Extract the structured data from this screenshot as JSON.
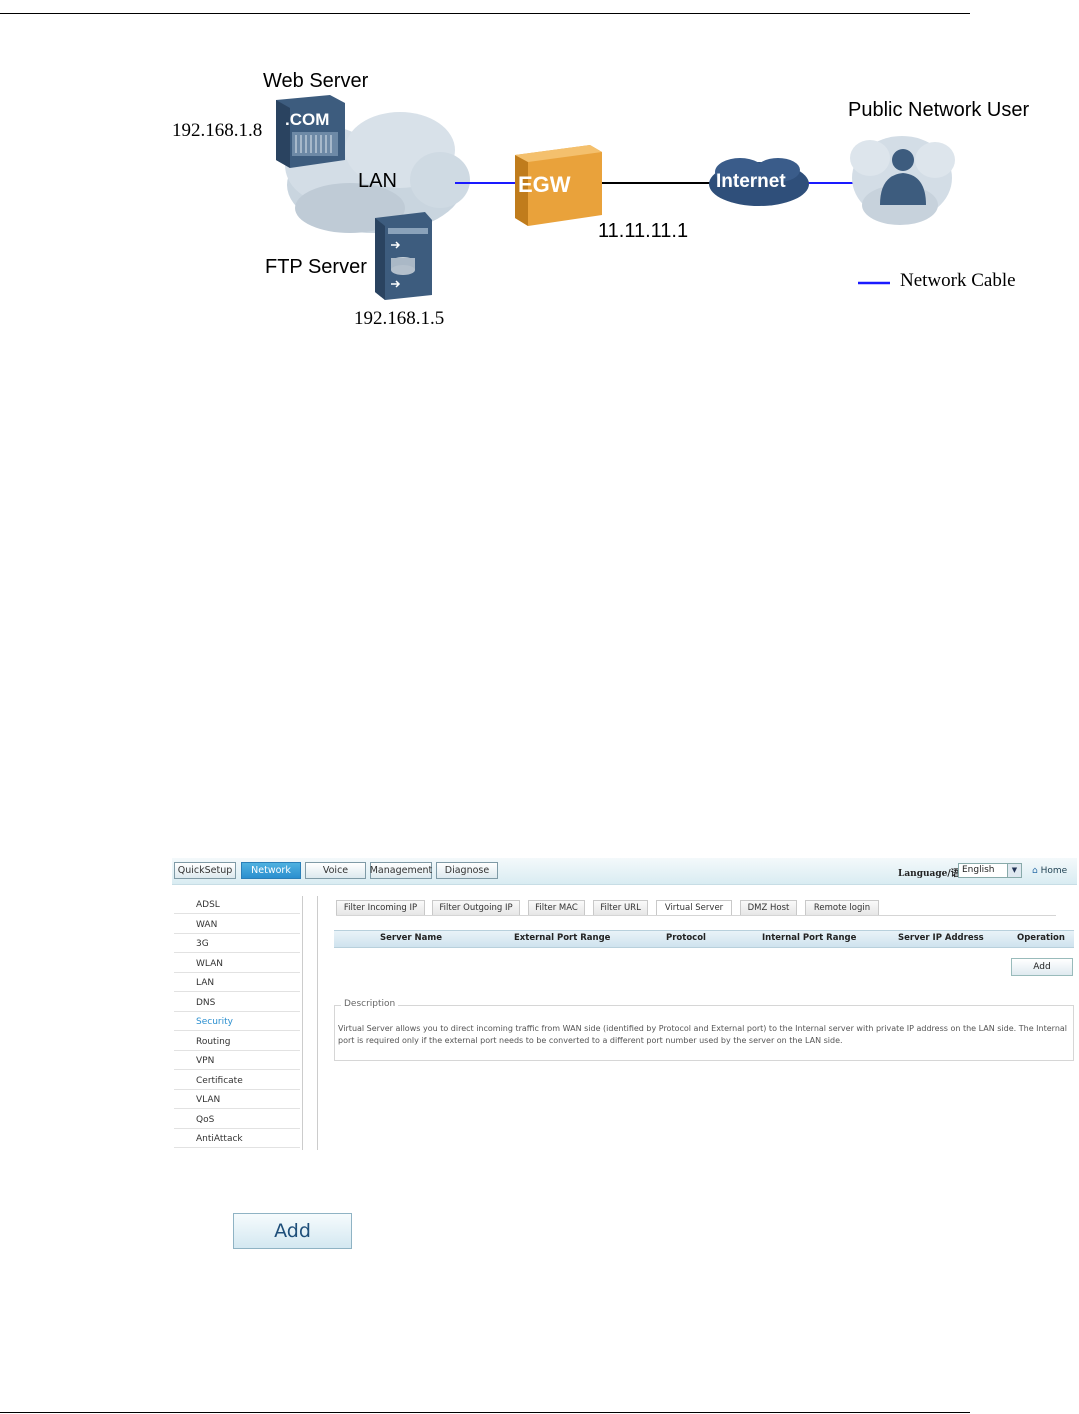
{
  "diagram": {
    "web_server_label": "Web Server",
    "web_server_ip": "192.168.1.8",
    "web_server_badge": ".COM",
    "lan_label": "LAN",
    "ftp_server_label": "FTP Server",
    "ftp_server_ip": "192.168.1.5",
    "egw_label": "EGW",
    "egw_ip": "11.11.11.1",
    "internet_label": "Internet",
    "public_user_label": "Public Network User",
    "legend_label": "Network Cable",
    "colors": {
      "egw": "#e9a23b",
      "cloud": "#d5dfe8",
      "internet": "#2f4f7a",
      "cable": "#1a1aff",
      "server": "#4a6785"
    }
  },
  "ui": {
    "nav": [
      "QuickSetup",
      "Network",
      "Voice",
      "Management",
      "Diagnose"
    ],
    "active_nav": "Network",
    "language_label": "Language/语言:",
    "language_value": "English",
    "home_label": "Home",
    "sidebar": [
      "ADSL",
      "WAN",
      "3G",
      "WLAN",
      "LAN",
      "DNS",
      "Security",
      "Routing",
      "VPN",
      "Certificate",
      "VLAN",
      "QoS",
      "AntiAttack"
    ],
    "active_sidebar": "Security",
    "tabs": [
      "Filter Incoming IP",
      "Filter Outgoing IP",
      "Filter MAC",
      "Filter URL",
      "Virtual Server",
      "DMZ Host",
      "Remote login"
    ],
    "active_tab": "Virtual Server",
    "table_headers": [
      "Server Name",
      "External Port Range",
      "Protocol",
      "Internal Port Range",
      "Server IP Address",
      "Operation"
    ],
    "add_label": "Add",
    "description_legend": "Description",
    "description_text": "Virtual Server allows you to direct incoming traffic from WAN side (identified by Protocol and External port) to the Internal server with private IP address on the LAN side. The Internal port is required only if the external port needs to be converted to a different port number used by the server on the LAN side.",
    "colors": {
      "accent": "#2b8fcf",
      "header_bg": "#d9ecf2"
    }
  },
  "add_button": {
    "label": "Add"
  }
}
